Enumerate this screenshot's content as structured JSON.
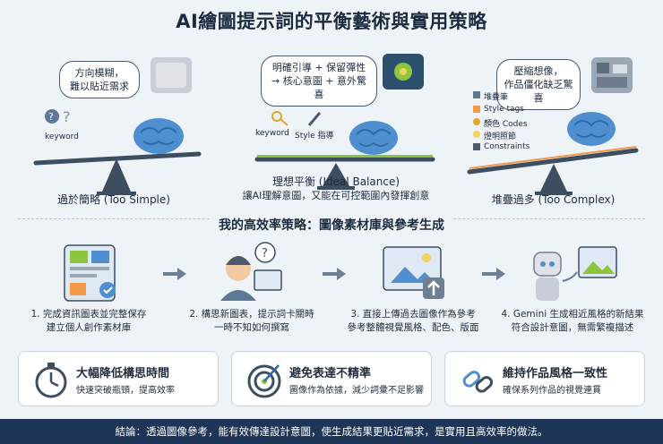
{
  "title": "AI繪圖提示詞的平衡藝術與實用策略",
  "panels": {
    "simple": {
      "bubble": "方向模糊，\n難以貼近需求",
      "keyword": "keyword",
      "caption": "過於簡略 (Too Simple)"
    },
    "balanced": {
      "bubble": "明確引導 + 保留彈性\n→ 核心意圖 + 意外驚喜",
      "keyword": "keyword",
      "style": "Style 指導",
      "caption": "理想平衡 (Ideal Balance)",
      "subcaption": "讓AI理解意圖，又能在可控範圍內發揮創意"
    },
    "complex": {
      "bubble": "壓縮想像，\n作品僵化缺乏驚喜",
      "items": [
        "堆疊筆",
        "Style tags",
        "顏色 Codes",
        "燈明照節",
        "Constraints"
      ],
      "caption": "堆疊過多 (Too Complex)"
    }
  },
  "section_title": "我的高效率策略：圖像素材庫與參考生成",
  "steps": [
    {
      "line1": "1. 完成資訊圖表並完整保存",
      "line2": "建立個人創作素材庫"
    },
    {
      "line1": "2. 構思新圖表，提示詞卡關時",
      "line2": "一時不知如何撰寫"
    },
    {
      "line1": "3. 直接上傳過去圖像作為參考",
      "line2": "參考整體視覺風格、配色、版面"
    },
    {
      "line1": "4. Gemini 生成相近風格的新結果",
      "line2": "符合設計意圖，無需繁複描述"
    }
  ],
  "benefits": [
    {
      "title": "大幅降低構思時間",
      "subtitle": "快速突破瓶頸，提高效率"
    },
    {
      "title": "避免表達不精準",
      "subtitle": "圖像作為依據，減少詞彙不足影響"
    },
    {
      "title": "維持作品風格一致性",
      "subtitle": "確保系列作品的視覺連貫"
    }
  ],
  "footer": "結論：透過圖像參考，能有效傳達設計意圖，使生成結果更貼近需求，是實用且高效率的做法。",
  "colors": {
    "footer_bg": "#1d3556",
    "page_bg": "#eef3f8",
    "brain": "#4f8fd0",
    "accent_green": "#8cc63f",
    "accent_orange": "#f2994a"
  }
}
